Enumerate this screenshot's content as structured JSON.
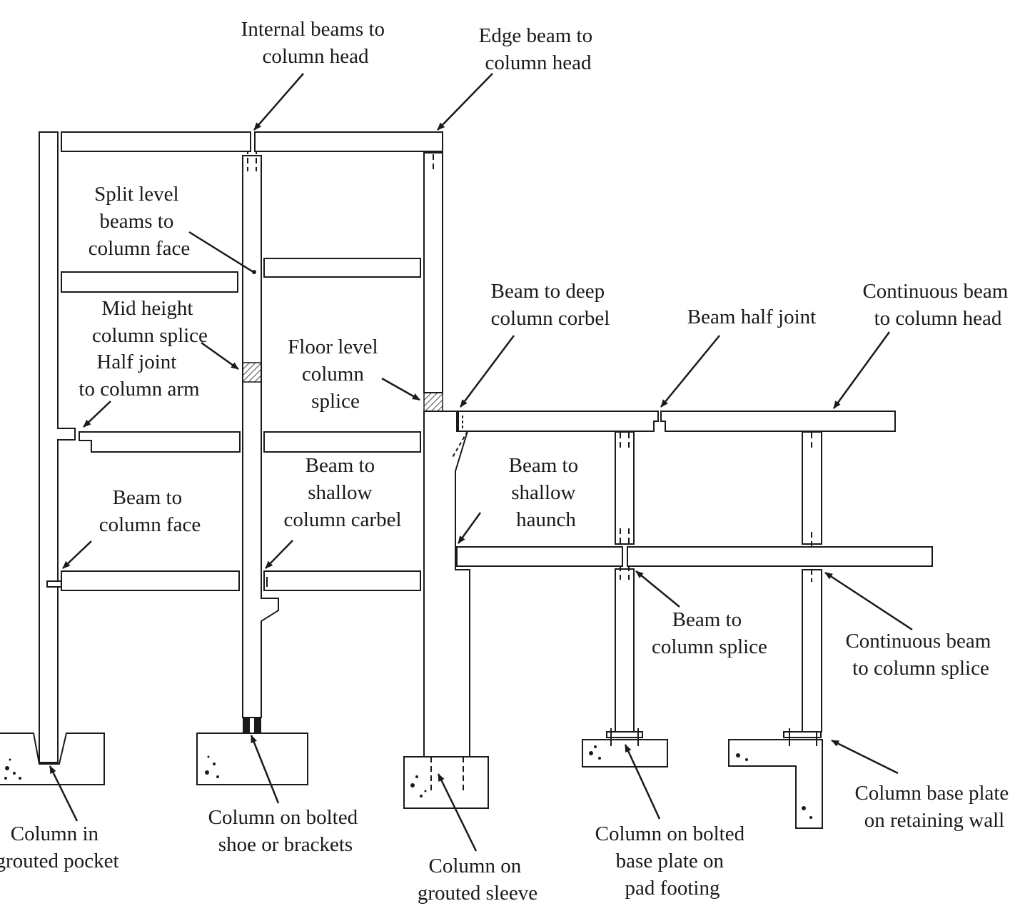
{
  "labels": {
    "internal_beams": [
      "Internal beams to",
      "column head"
    ],
    "edge_beam": [
      "Edge beam to",
      "column head"
    ],
    "split_level": [
      "Split level",
      "beams to",
      "column face"
    ],
    "mid_height": [
      "Mid height",
      "column splice"
    ],
    "half_joint_arm": [
      "Half joint",
      "to column arm"
    ],
    "floor_level": [
      "Floor level",
      "column",
      "splice"
    ],
    "deep_corbel": [
      "Beam to deep",
      "column corbel"
    ],
    "half_joint": [
      "Beam half joint"
    ],
    "continuous_head": [
      "Continuous beam",
      "to column head"
    ],
    "beam_face": [
      "Beam to",
      "column face"
    ],
    "shallow_carbel": [
      "Beam to",
      "shallow",
      "column carbel"
    ],
    "shallow_haunch": [
      "Beam to",
      "shallow",
      "haunch"
    ],
    "beam_splice": [
      "Beam to",
      "column splice"
    ],
    "continuous_splice": [
      "Continuous beam",
      "to column splice"
    ],
    "grouted_pocket": [
      "Column in",
      "grouted pocket"
    ],
    "bolted_shoe": [
      "Column on bolted",
      "shoe or brackets"
    ],
    "grouted_sleeve": [
      "Column on",
      "grouted sleeve"
    ],
    "base_plate_pad": [
      "Column on bolted",
      "base plate on",
      "pad footing"
    ],
    "base_plate_wall": [
      "Column base plate",
      "on retaining wall"
    ]
  }
}
